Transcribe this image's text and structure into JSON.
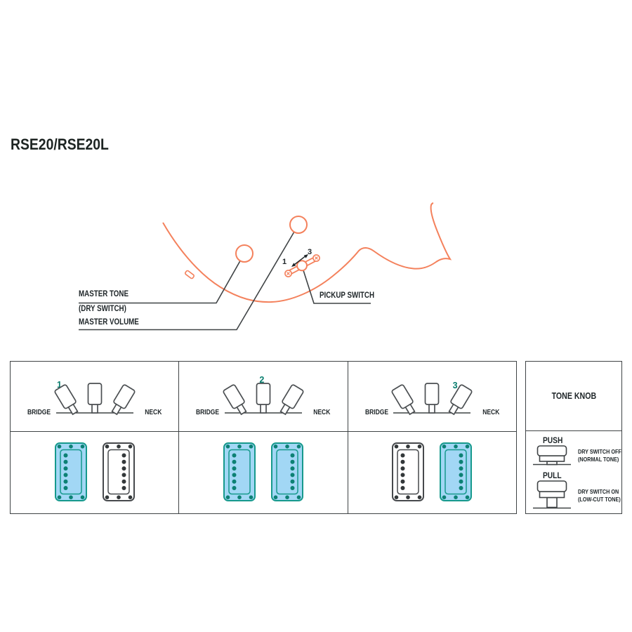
{
  "page": {
    "title": "RSE20/RSE20L"
  },
  "colors": {
    "accent_orange": "#f4815c",
    "teal": "#16998c",
    "teal_dark": "#067c6d",
    "highlight_blue": "#a2d7f5",
    "line_gray": "#3f4345",
    "ink": "#20272a"
  },
  "diagram": {
    "labels": {
      "master_tone": "MASTER TONE",
      "dry_switch": "(DRY SWITCH)",
      "master_volume": "MASTER VOLUME",
      "pickup_switch": "PICKUP SWITCH",
      "switch_pos_1": "1",
      "switch_pos_3": "3"
    }
  },
  "selector_table": {
    "bridge_label": "BRIDGE",
    "neck_label": "NECK",
    "cells": [
      {
        "position_number": "1",
        "active_lever": "left",
        "bridge_pickup": "on",
        "neck_pickup": "off"
      },
      {
        "position_number": "2",
        "active_lever": "center",
        "bridge_pickup": "on",
        "neck_pickup": "on"
      },
      {
        "position_number": "3",
        "active_lever": "right",
        "bridge_pickup": "off",
        "neck_pickup": "on"
      }
    ]
  },
  "tone_knob_panel": {
    "title": "TONE KNOB",
    "push": {
      "label": "PUSH",
      "desc_line1": "DRY SWITCH OFF",
      "desc_line2": "(NORMAL TONE)"
    },
    "pull": {
      "label": "PULL",
      "desc_line1": "DRY SWITCH ON",
      "desc_line2": "(LOW-CUT TONE)"
    }
  }
}
